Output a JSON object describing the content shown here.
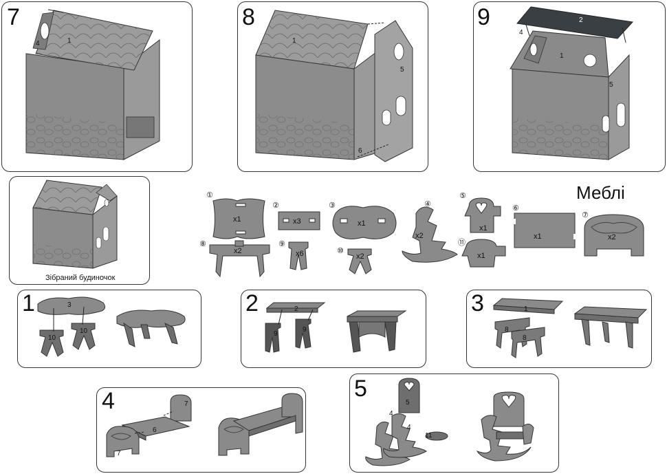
{
  "panels": {
    "p7": {
      "num": "7",
      "labels": [
        "1",
        "4"
      ]
    },
    "p8": {
      "num": "8",
      "labels": [
        "1",
        "5",
        "6"
      ]
    },
    "p9": {
      "num": "9",
      "labels": [
        "2",
        "4",
        "1",
        "5"
      ]
    },
    "assembled": {
      "caption": "Зібраний будиночок"
    },
    "s1": {
      "num": "1",
      "labels": [
        "3",
        "10",
        "10"
      ]
    },
    "s2": {
      "num": "2",
      "labels": [
        "2",
        "9",
        "9"
      ]
    },
    "s3": {
      "num": "3",
      "labels": [
        "1",
        "8",
        "8"
      ]
    },
    "s4": {
      "num": "4",
      "labels": [
        "7",
        "6",
        "7"
      ]
    },
    "s5": {
      "num": "5",
      "labels": [
        "5",
        "4",
        "4",
        "11"
      ]
    }
  },
  "furniture": {
    "title": "Меблі",
    "parts": [
      {
        "num": "①",
        "qty": "x1"
      },
      {
        "num": "②",
        "qty": "x3"
      },
      {
        "num": "③",
        "qty": "x1"
      },
      {
        "num": "④",
        "qty": "x2"
      },
      {
        "num": "⑤",
        "qty": "x1"
      },
      {
        "num": "⑥",
        "qty": "x1"
      },
      {
        "num": "⑦",
        "qty": "x2"
      },
      {
        "num": "⑧",
        "qty": "x2"
      },
      {
        "num": "⑨",
        "qty": "x6"
      },
      {
        "num": "⑩",
        "qty": "x2"
      },
      {
        "num": "⑪",
        "qty": "x1"
      }
    ]
  },
  "colors": {
    "part": "#8a8a8a",
    "part_dark": "#6e6e6e",
    "roof_dark": "#3a3f44",
    "outline": "#333333"
  }
}
